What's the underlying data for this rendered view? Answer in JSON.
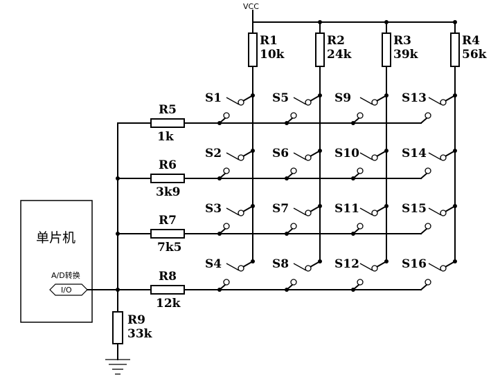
{
  "supply": {
    "label": "VCC"
  },
  "column_resistors": [
    {
      "name": "R1",
      "value": "10k"
    },
    {
      "name": "R2",
      "value": "24k"
    },
    {
      "name": "R3",
      "value": "39k"
    },
    {
      "name": "R4",
      "value": "56k"
    }
  ],
  "row_resistors": [
    {
      "name": "R5",
      "value": "1k"
    },
    {
      "name": "R6",
      "value": "3k9"
    },
    {
      "name": "R7",
      "value": "7k5"
    },
    {
      "name": "R8",
      "value": "12k"
    }
  ],
  "pulldown": {
    "name": "R9",
    "value": "33k"
  },
  "switches": [
    [
      "S1",
      "S5",
      "S9",
      "S13"
    ],
    [
      "S2",
      "S6",
      "S10",
      "S14"
    ],
    [
      "S3",
      "S7",
      "S11",
      "S15"
    ],
    [
      "S4",
      "S8",
      "S12",
      "S16"
    ]
  ],
  "mcu": {
    "label": "单片机",
    "pin_caption": "A/D转换",
    "pin_label": "I/O"
  }
}
